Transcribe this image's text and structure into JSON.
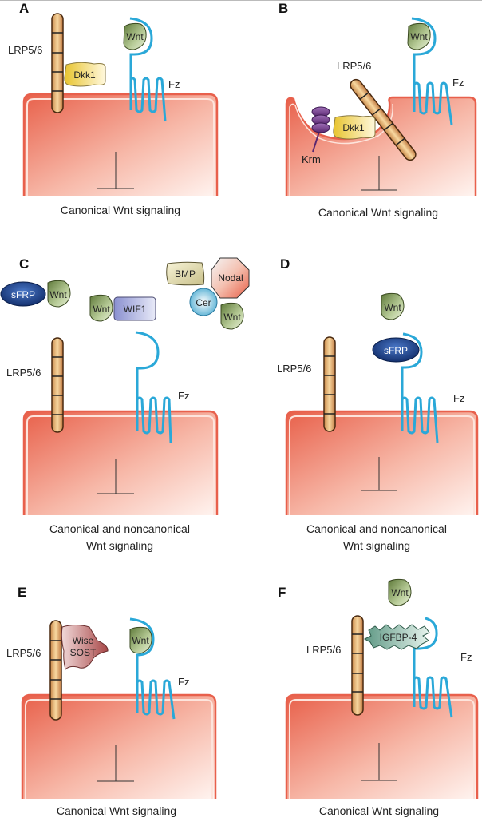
{
  "figure": {
    "panels": [
      {
        "label": "A",
        "receptor_label": "LRP5/6",
        "frizzled_label": "Fz",
        "ligand": "Wnt",
        "inhibitors": [
          "Dkk1"
        ],
        "caption": [
          "Canonical Wnt signaling"
        ]
      },
      {
        "label": "B",
        "receptor_label": "LRP5/6",
        "frizzled_label": "Fz",
        "ligand": "Wnt",
        "inhibitors": [
          "Dkk1",
          "Krm"
        ],
        "caption": [
          "Canonical Wnt signaling"
        ]
      },
      {
        "label": "C",
        "receptor_label": "LRP5/6",
        "frizzled_label": "Fz",
        "ligand": "Wnt",
        "complexes": [
          [
            "sFRP",
            "Wnt"
          ],
          [
            "Wnt",
            "WIF1"
          ],
          [
            "BMP",
            "Nodal",
            "Cer",
            "Wnt"
          ]
        ],
        "caption": [
          "Canonical and noncanonical",
          "Wnt signaling"
        ]
      },
      {
        "label": "D",
        "receptor_label": "LRP5/6",
        "frizzled_label": "Fz",
        "ligand": "Wnt",
        "inhibitors": [
          "sFRP"
        ],
        "caption": [
          "Canonical and noncanonical",
          "Wnt signaling"
        ]
      },
      {
        "label": "E",
        "receptor_label": "LRP5/6",
        "frizzled_label": "Fz",
        "ligand": "Wnt",
        "inhibitors": [
          "Wise",
          "SOST"
        ],
        "caption": [
          "Canonical Wnt signaling"
        ]
      },
      {
        "label": "F",
        "receptor_label": "LRP5/6",
        "frizzled_label": "Fz",
        "ligand": "Wnt",
        "inhibitors": [
          "IGFBP-4"
        ],
        "caption": [
          "Canonical Wnt signaling"
        ]
      }
    ]
  },
  "colors": {
    "frizzled": "#2aa8d8",
    "cell_border": "#e8604c",
    "cell_fill_dark": "#e8604a",
    "wnt_fill": "#8ea56a",
    "dkk1_fill": "#f0d050",
    "sfrp_fill": "#1e3f8f",
    "wif1_fill": "#9aa0d8",
    "krm_fill": "#7a3d8f",
    "wise_fill": "#b06060",
    "igfbp_fill": "#7aa894"
  }
}
